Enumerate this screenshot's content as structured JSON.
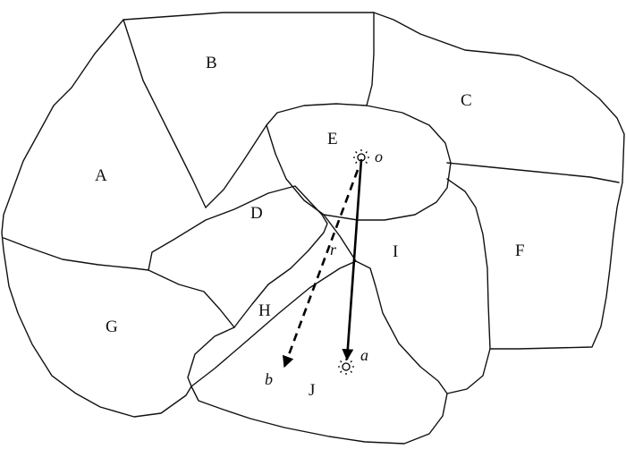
{
  "regions": {
    "A": "A",
    "B": "B",
    "C": "C",
    "D": "D",
    "E": "E",
    "F": "F",
    "G": "G",
    "H": "H",
    "I": "I",
    "J": "J"
  },
  "points": {
    "origin": "o",
    "target_a": "a",
    "target_b": "b",
    "crossing": "r"
  },
  "routes": [
    {
      "name": "solid",
      "from": "o",
      "to": "a",
      "style": "solid"
    },
    {
      "name": "dashed",
      "from": "o",
      "to": "b",
      "style": "dashed"
    }
  ],
  "colors": {
    "stroke": "#111111",
    "background": "#ffffff"
  }
}
